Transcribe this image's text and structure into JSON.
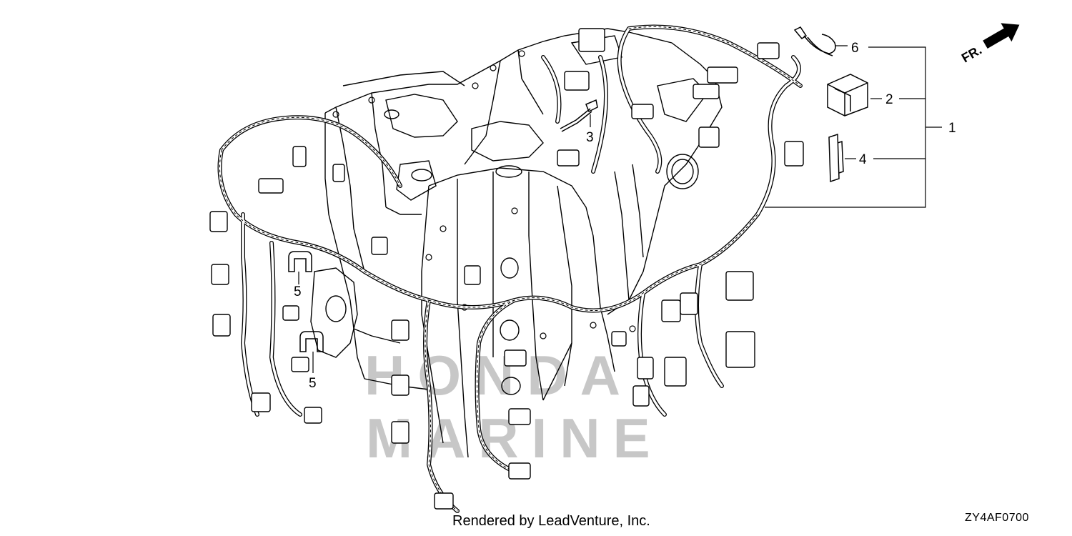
{
  "diagram": {
    "direction_label": "FR.",
    "callouts": [
      "1",
      "2",
      "3",
      "4",
      "5",
      "5",
      "6"
    ],
    "watermark_lines": [
      "HONDA",
      "MARINE"
    ],
    "footer_text": "Rendered by LeadVenture, Inc.",
    "diagram_code": "ZY4AF0700"
  }
}
